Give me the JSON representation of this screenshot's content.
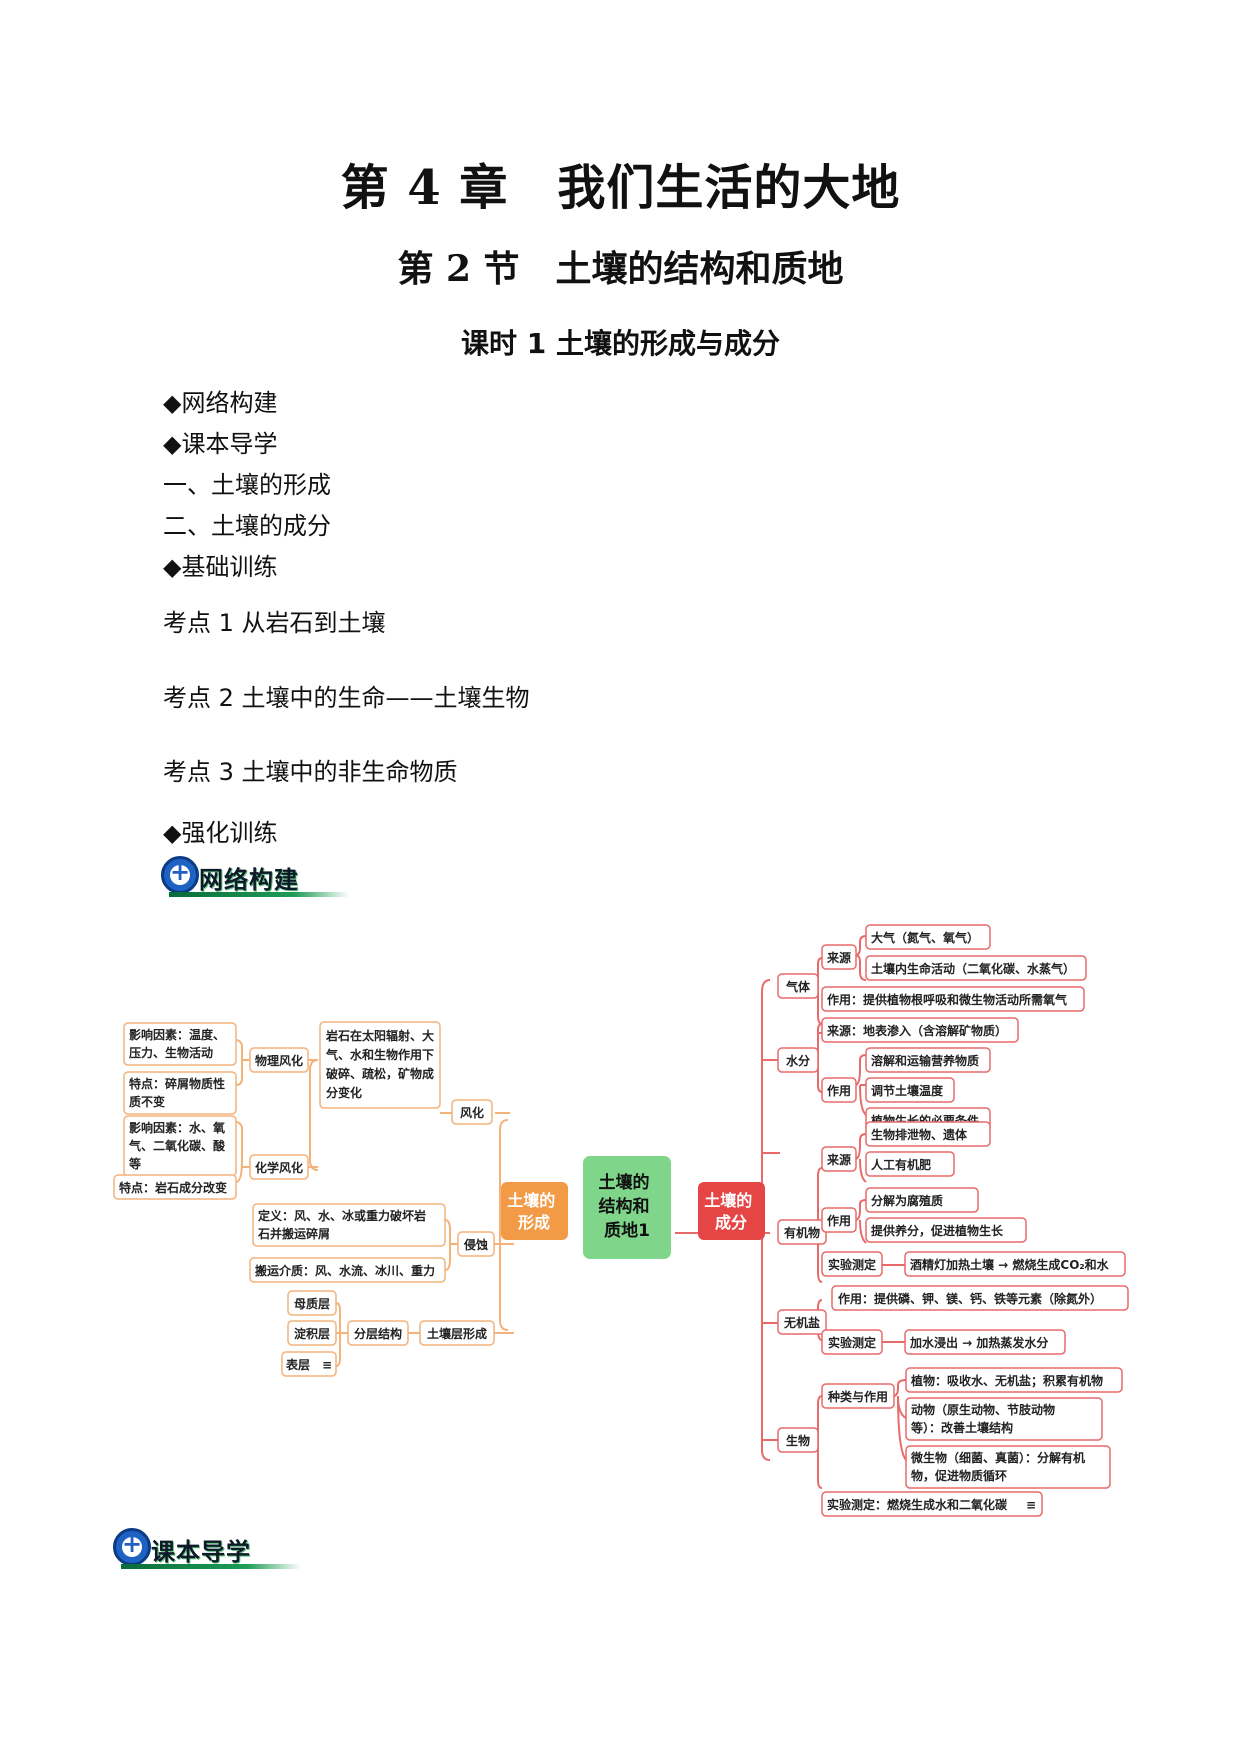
{
  "header": {
    "chapter": "第 4 章　我们生活的大地",
    "section": "第 2 节　土壤的结构和质地",
    "lesson": "课时 1  土壤的形成与成分"
  },
  "outline": [
    "◆网络构建",
    "◆课本导学",
    "一、土壤的形成",
    "二、土壤的成分",
    "◆基础训练",
    "考点 1  从岩石到土壤",
    "考点 2  土壤中的生命——土壤生物",
    "考点 3  土壤中的非生命物质",
    "◆强化训练"
  ],
  "badges": {
    "network": "网络构建",
    "textbook": "课本导学"
  },
  "colors": {
    "left_branch": "#f29a45",
    "center": "#7fd68a",
    "right_branch": "#e64545",
    "left_border": "#f2b27a",
    "right_border": "#e86a6a"
  },
  "mindmap": {
    "center": [
      "土壤的",
      "结构和",
      "质地1"
    ],
    "left_main": [
      "土壤的",
      "形成"
    ],
    "right_main": [
      "土壤的",
      "成分"
    ],
    "left": {
      "weathering": "风化",
      "physical": "物理风化",
      "phys_factor": [
        "影响因素：温度、",
        "压力、生物活动"
      ],
      "phys_feature": [
        "特点：碎屑物质性",
        "质不变"
      ],
      "chemical": "化学风化",
      "chem_factor": [
        "影响因素：水、氧",
        "气、二氧化碳、酸",
        "等"
      ],
      "chem_feature": "特点：岩石成分改变",
      "weather_def": [
        "岩石在太阳辐射、大",
        "气、水和生物作用下",
        "破碎、疏松，矿物成",
        "分变化"
      ],
      "erosion": "侵蚀",
      "erosion_def": [
        "定义：风、水、冰或重力破坏岩",
        "石并搬运碎屑"
      ],
      "erosion_media": "搬运介质：风、水流、冰川、重力",
      "layer_form": "土壤层形成",
      "layering": "分层结构",
      "parent": "母质层",
      "deposit": "淀积层",
      "surface": "表层"
    },
    "right": {
      "gas": "气体",
      "gas_source": "来源",
      "gas_s1": "大气（氮气、氧气）",
      "gas_s2": "土壤内生命活动（二氧化碳、水蒸气）",
      "gas_role": "作用：提供植物根呼吸和微生物活动所需氧气",
      "water": "水分",
      "water_source": "来源：地表渗入（含溶解矿物质）",
      "water_role": "作用",
      "water_r1": "溶解和运输营养物质",
      "water_r2": "调节土壤温度",
      "water_r3": "植物生长的必要条件",
      "organic": "有机物",
      "org_source": "来源",
      "org_s1": "生物排泄物、遗体",
      "org_s2": "人工有机肥",
      "org_role": "作用",
      "org_r1": "分解为腐殖质",
      "org_r2": "提供养分，促进植物生长",
      "org_exp": "实验测定",
      "org_exp_detail": "酒精灯加热土壤 → 燃烧生成CO₂和水",
      "salt": "无机盐",
      "salt_role": "作用：提供磷、钾、镁、钙、铁等元素（除氮外）",
      "salt_exp": "实验测定",
      "salt_exp_detail": "加水浸出 → 加热蒸发水分",
      "bio": "生物",
      "bio_kind": "种类与作用",
      "bio_plant": "植物：吸收水、无机盐；积累有机物",
      "bio_animal": [
        "动物（原生动物、节肢动物",
        "等）：改善土壤结构"
      ],
      "bio_micro": [
        "微生物（细菌、真菌）：分解有机",
        "物，促进物质循环"
      ],
      "bio_exp": "实验测定：燃烧生成水和二氧化碳"
    }
  }
}
